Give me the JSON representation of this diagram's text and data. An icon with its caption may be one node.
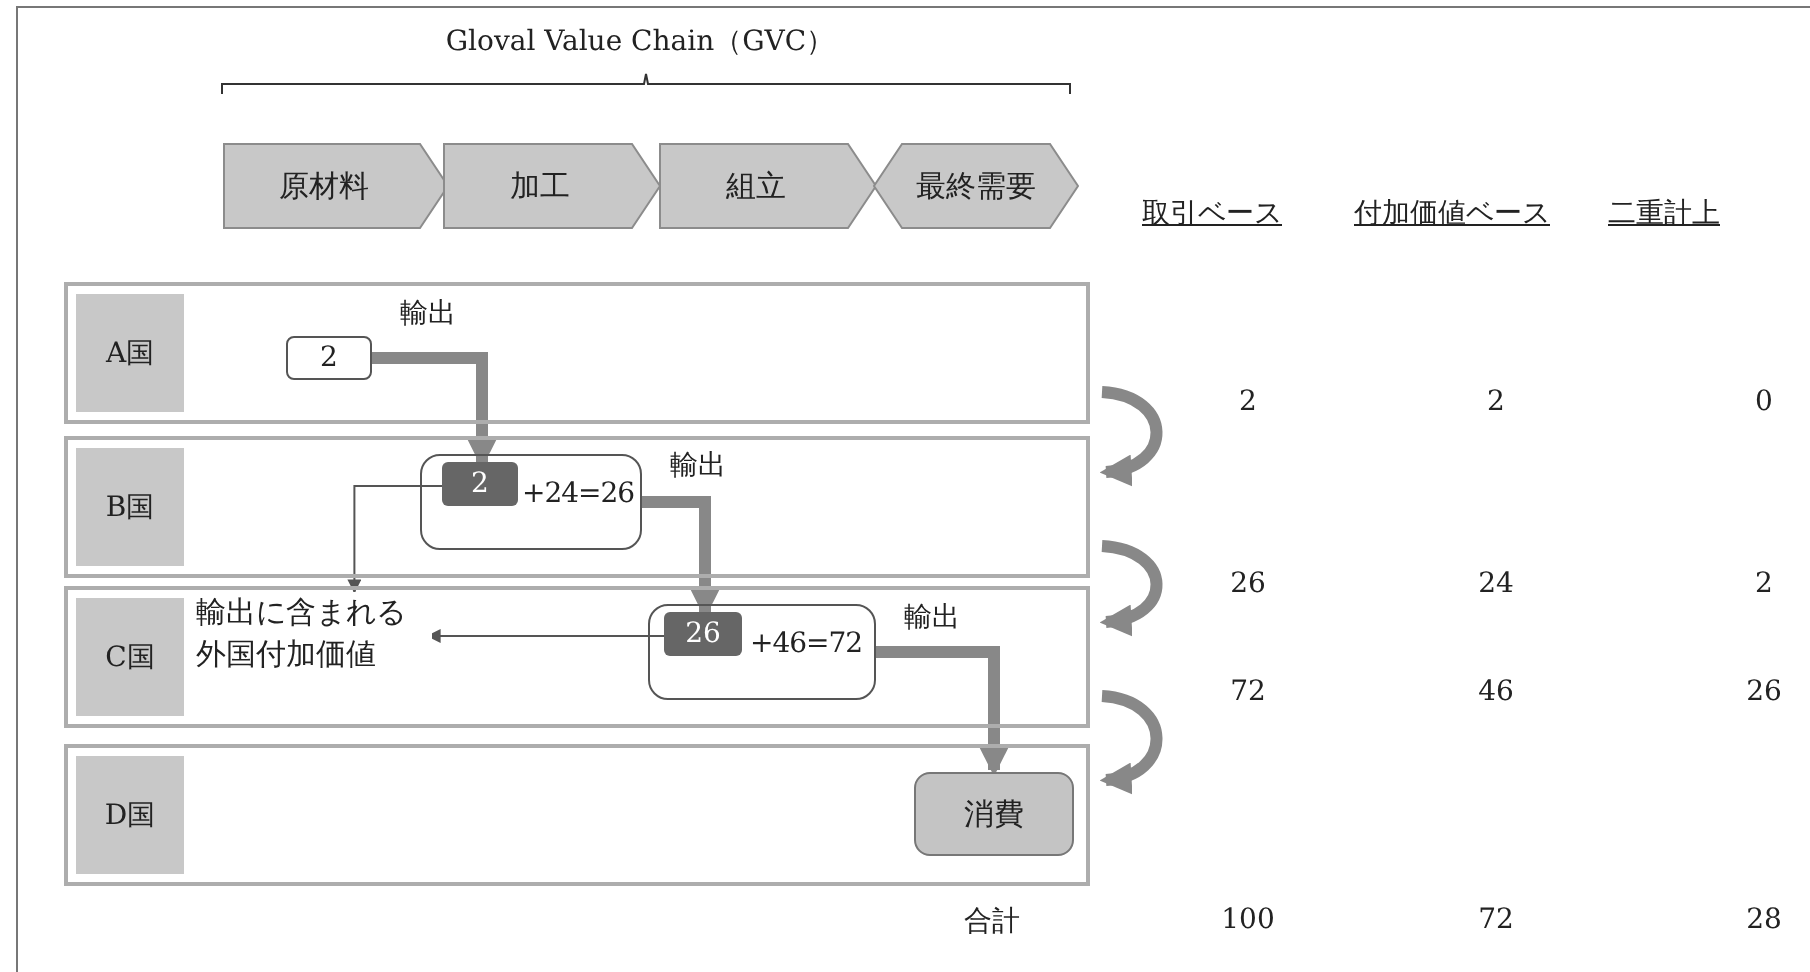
{
  "diagram": {
    "title": "Gloval Value Chain（GVC）",
    "nodes": [
      {
        "text": [
          "原材料"
        ]
      },
      {
        "text": [
          "加工"
        ]
      },
      {
        "text": [
          "組立"
        ]
      },
      {
        "text": [
          "最終需要"
        ]
      },
      {
        "text": [
          "A国"
        ]
      },
      {
        "text": [
          "2"
        ],
        "in": 4
      },
      {
        "text": [
          "B国"
        ]
      },
      {
        "text": [
          "+24=26"
        ],
        "in": 6
      },
      {
        "text": [
          "2"
        ],
        "in": 7
      },
      {
        "text": [
          "C国"
        ]
      },
      {
        "text": [
          "輸出に含まれる外国付加価値"
        ],
        "in": 9
      },
      {
        "text": [
          "+46=72"
        ],
        "in": 9
      },
      {
        "text": [
          "26"
        ],
        "in": 11
      },
      {
        "text": [
          "D国"
        ]
      },
      {
        "text": [
          "消費"
        ],
        "in": 13
      }
    ],
    "edges": [
      {
        "from": 5,
        "to": 8,
        "arrow": "to",
        "label": "輸出"
      },
      {
        "from": 8,
        "to": 10,
        "arrow": "to",
        "color": "#555555"
      },
      {
        "from": 7,
        "to": 12,
        "arrow": "to",
        "label": "輸出"
      },
      {
        "from": 12,
        "to": 10,
        "arrow": "to",
        "color": "#555555"
      },
      {
        "from": 11,
        "to": 14,
        "arrow": "to",
        "label": "輸出"
      },
      {
        "from": 4,
        "to": 6,
        "arrow": "to"
      },
      {
        "from": 6,
        "to": 9,
        "arrow": "to"
      },
      {
        "from": 9,
        "to": 13,
        "arrow": "to"
      }
    ],
    "labels": [
      "取引ベース",
      "付加価値ベース",
      "二重計上",
      "2",
      "2",
      "0",
      "26",
      "24",
      "2",
      "72",
      "46",
      "26",
      "合計",
      "100",
      "72",
      "28"
    ]
  }
}
